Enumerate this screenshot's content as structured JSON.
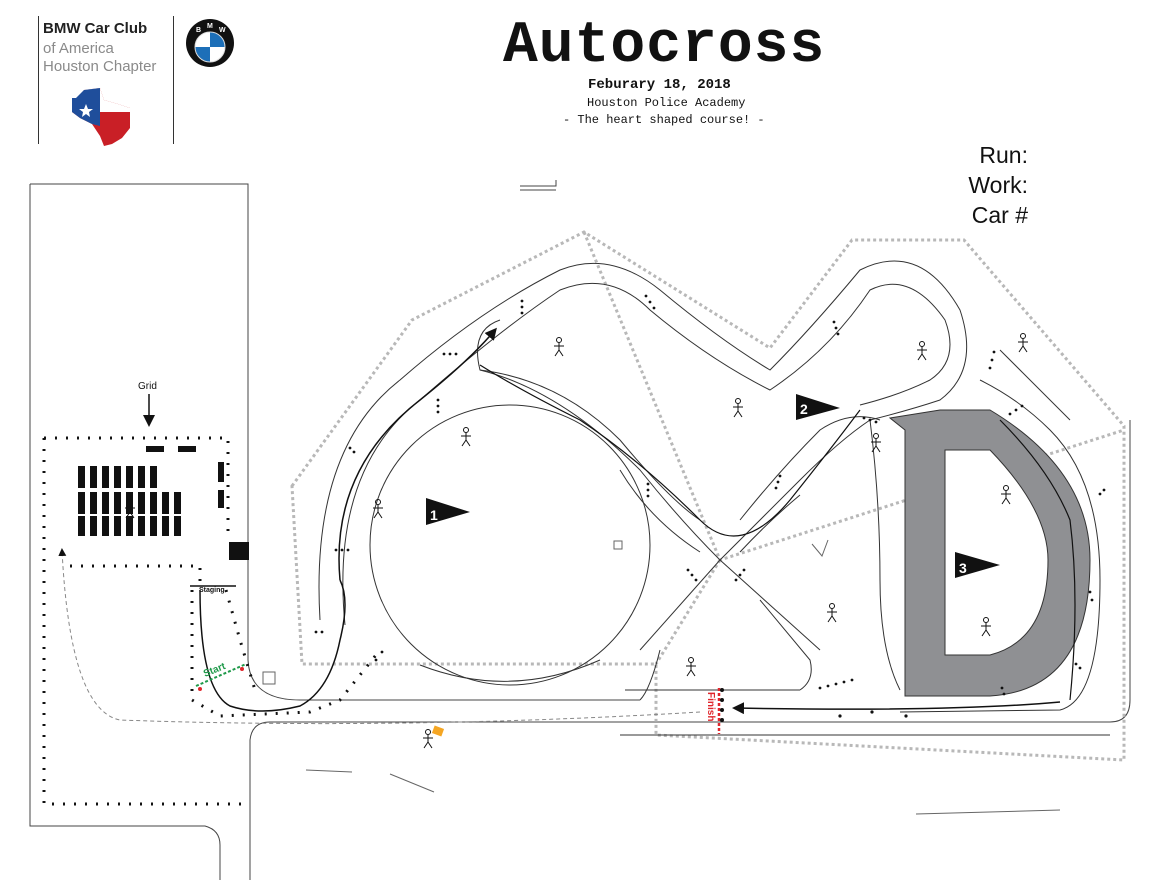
{
  "header": {
    "club_name": "BMW Car Club",
    "club_line2": "of America",
    "club_line3": "Houston Chapter",
    "title": "Autocross",
    "date": "Feburary 18, 2018",
    "venue": "Houston Police Academy",
    "tagline": "- The heart shaped course! -"
  },
  "logo": {
    "letters": [
      "B",
      "M",
      "W"
    ],
    "colors": {
      "blue": "#1d6fb8",
      "white": "#ffffff",
      "ring": "#111111"
    }
  },
  "form_fields": {
    "run": "Run:",
    "work": "Work:",
    "car": "Car #"
  },
  "course": {
    "grid_label": "Grid",
    "staging_label": "Staging",
    "start_label": "Start",
    "finish_label": "Finish",
    "section_flags": [
      {
        "number": "1"
      },
      {
        "number": "2"
      },
      {
        "number": "3"
      }
    ],
    "colors": {
      "start": "#1f9a4a",
      "finish": "#e0262c",
      "boundary": "#b8b8b8",
      "pad": "#8f9093",
      "orange": "#f5a623",
      "flag_red": "#d7262c",
      "flag_blue": "#1f4e9b"
    }
  }
}
